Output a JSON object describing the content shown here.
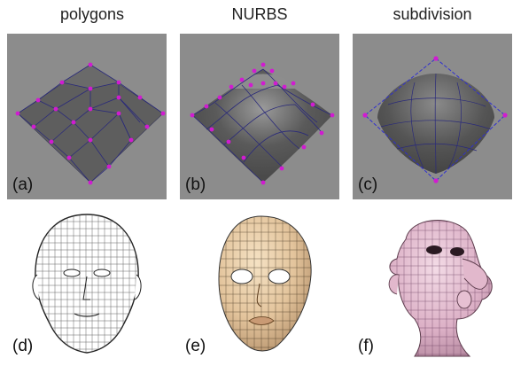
{
  "columns": {
    "polygons": "polygons",
    "nurbs": "NURBS",
    "subdivision": "subdivision"
  },
  "labels": {
    "a": "(a)",
    "b": "(b)",
    "c": "(c)",
    "d": "(d)",
    "e": "(e)",
    "f": "(f)"
  },
  "colors": {
    "panel_bg": "#8c8c8c",
    "surface": "#5b5b5b",
    "control_point": "#d11bd1",
    "wire": "#2a2a7a",
    "cage": "#2f2fd0",
    "skin_nurbs": "#e8cda6",
    "skin_subdiv": "#e7c3d6"
  }
}
